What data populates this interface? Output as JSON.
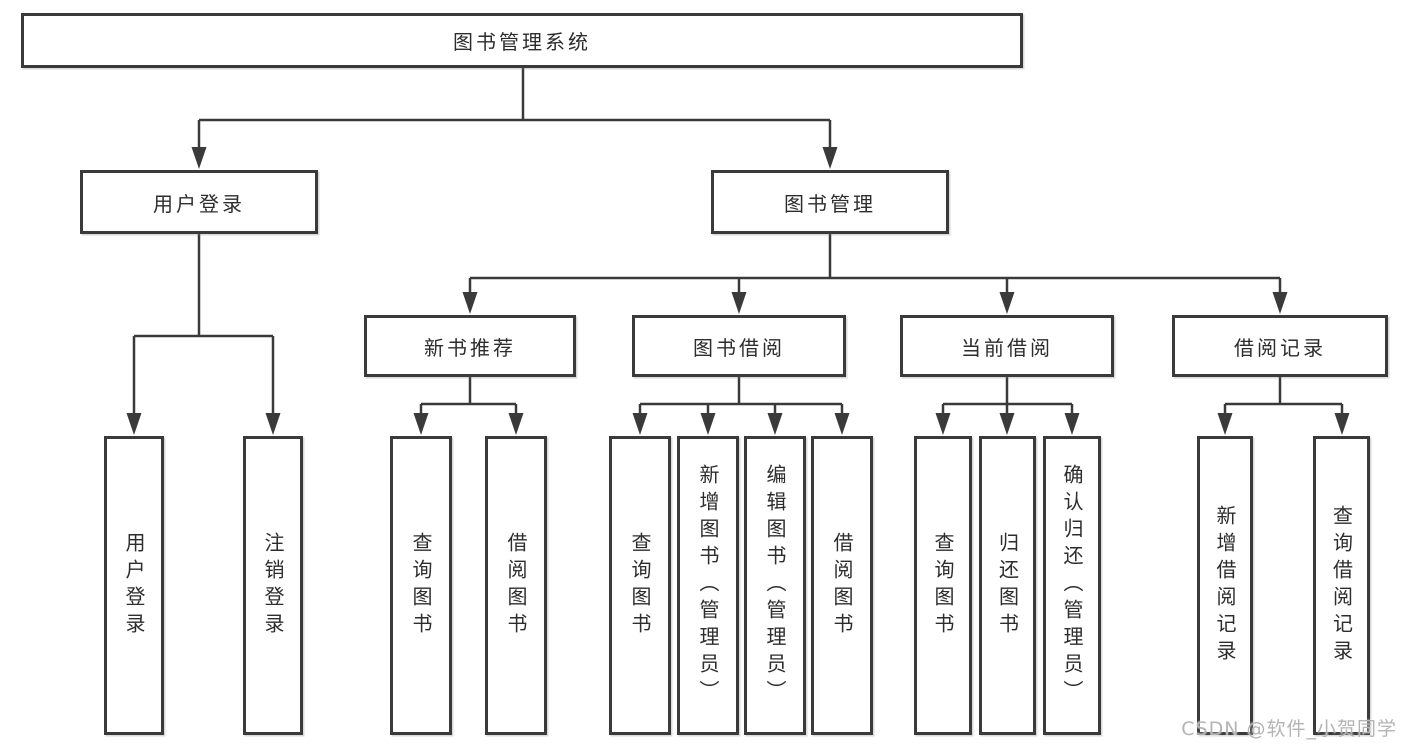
{
  "nodes": {
    "root": {
      "label": "图书管理系统"
    },
    "user_login": {
      "label": "用户登录"
    },
    "book_mgmt": {
      "label": "图书管理"
    },
    "new_books": {
      "label": "新书推荐"
    },
    "borrowing": {
      "label": "图书借阅"
    },
    "current": {
      "label": "当前借阅"
    },
    "records": {
      "label": "借阅记录"
    }
  },
  "leaves": [
    {
      "label": "用户登录",
      "parent": "用户登录"
    },
    {
      "label": "注销登录",
      "parent": "用户登录"
    },
    {
      "label": "查询图书",
      "parent": "新书推荐"
    },
    {
      "label": "借阅图书",
      "parent": "新书推荐"
    },
    {
      "label": "查询图书",
      "parent": "图书借阅"
    },
    {
      "label": "新增图书（管理员）",
      "parent": "图书借阅"
    },
    {
      "label": "编辑图书（管理员）",
      "parent": "图书借阅"
    },
    {
      "label": "借阅图书",
      "parent": "图书借阅"
    },
    {
      "label": "查询图书",
      "parent": "当前借阅"
    },
    {
      "label": "归还图书",
      "parent": "当前借阅"
    },
    {
      "label": "确认归还（管理员）",
      "parent": "当前借阅"
    },
    {
      "label": "新增借阅记录",
      "parent": "借阅记录"
    },
    {
      "label": "查询借阅记录",
      "parent": "借阅记录"
    }
  ],
  "hierarchy": {
    "图书管理系统": [
      "用户登录",
      "图书管理"
    ],
    "图书管理": [
      "新书推荐",
      "图书借阅",
      "当前借阅",
      "借阅记录"
    ]
  },
  "watermark": {
    "text": "CSDN @软件_小贺同学"
  },
  "colors": {
    "line": "#3a3a3a",
    "text": "#2d2d2d",
    "watermark": "#b4b4b4",
    "background": "#ffffff"
  }
}
